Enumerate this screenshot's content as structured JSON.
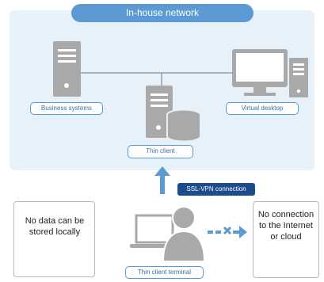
{
  "network": {
    "title": "In-house network"
  },
  "nodes": {
    "business_systems": "Business systems",
    "virtual_desktop": "Virtual desktop",
    "thin_client": "Thin client",
    "thin_client_terminal": "Thin client terminal"
  },
  "connection": {
    "ssl_vpn": "SSL-VPN connection"
  },
  "left_box": {
    "text": "No data can be stored locally"
  },
  "right_box": {
    "text": "No connection to the Internet or cloud"
  },
  "colors": {
    "panel_bg": "#e7f1fa",
    "accent_blue": "#5b9ad3",
    "dark_blue": "#1d4c8c",
    "gray_icon": "#a9a9a9"
  }
}
